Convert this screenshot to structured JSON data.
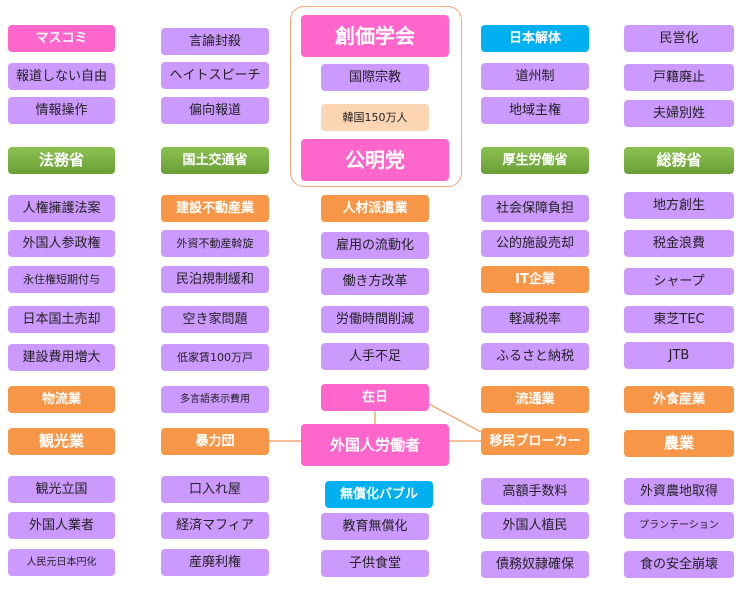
{
  "nodes": [
    {
      "id": "masukomi",
      "label": "マスコミ",
      "color": "pink"
    },
    {
      "id": "houdou-shinai-jiyuu",
      "label": "報道しない自由",
      "color": "purple"
    },
    {
      "id": "jouhou-sousa",
      "label": "情報操作",
      "color": "purple"
    },
    {
      "id": "houmushou",
      "label": "法務省",
      "color": "green"
    },
    {
      "id": "jinken-yougo-houan",
      "label": "人権擁護法案",
      "color": "purple"
    },
    {
      "id": "gaikokujin-sanseiken",
      "label": "外国人参政権",
      "color": "purple"
    },
    {
      "id": "eijuuken-tanshuku-fuyo",
      "label": "永住権短期付与",
      "color": "purple"
    },
    {
      "id": "nihon-kokudo-baikyaku",
      "label": "日本国土売却",
      "color": "purple"
    },
    {
      "id": "kensetsu-hiyou-zoudai",
      "label": "建設費用増大",
      "color": "purple"
    },
    {
      "id": "butsuryuugyou",
      "label": "物流業",
      "color": "orange"
    },
    {
      "id": "kankougyou",
      "label": "観光業",
      "color": "orange"
    },
    {
      "id": "kankou-rikkoku",
      "label": "観光立国",
      "color": "purple"
    },
    {
      "id": "gaikokujin-gyousha",
      "label": "外国人業者",
      "color": "purple"
    },
    {
      "id": "jinminngen-nihonenka",
      "label": "人民元日本円化",
      "color": "purple"
    },
    {
      "id": "genron-fuusatsu",
      "label": "言論封殺",
      "color": "purple"
    },
    {
      "id": "hate-speech",
      "label": "ヘイトスピーチ",
      "color": "purple"
    },
    {
      "id": "henkou-houdou",
      "label": "偏向報道",
      "color": "purple"
    },
    {
      "id": "kokudo-koutsuushou",
      "label": "国土交通省",
      "color": "green"
    },
    {
      "id": "kensetsu-fudousangyou",
      "label": "建設不動産業",
      "color": "orange"
    },
    {
      "id": "gaishi-fudousan-assen",
      "label": "外資不動産斡旋",
      "color": "purple"
    },
    {
      "id": "minpaku-kisei-kanwa",
      "label": "民泊規制緩和",
      "color": "purple"
    },
    {
      "id": "akiya-mondai",
      "label": "空き家問題",
      "color": "purple"
    },
    {
      "id": "teiyachin-100man",
      "label": "低家賃100万戸",
      "color": "purple"
    },
    {
      "id": "tagengo-hyouji-hiyou",
      "label": "多言語表示費用",
      "color": "purple"
    },
    {
      "id": "bouryokudan",
      "label": "暴力団",
      "color": "orange"
    },
    {
      "id": "kuchiireya",
      "label": "口入れ屋",
      "color": "purple"
    },
    {
      "id": "keizai-mafia",
      "label": "経済マフィア",
      "color": "purple"
    },
    {
      "id": "sanpai-riken",
      "label": "産廃利権",
      "color": "purple"
    },
    {
      "id": "soka-gakkai",
      "label": "創価学会",
      "color": "pink"
    },
    {
      "id": "kokusai-shuukyou",
      "label": "国際宗教",
      "color": "purple"
    },
    {
      "id": "kankoku-150man",
      "label": "韓国150万人",
      "color": "beige"
    },
    {
      "id": "koumeitou",
      "label": "公明党",
      "color": "pink"
    },
    {
      "id": "jinzai-hakengyou",
      "label": "人材派遣業",
      "color": "orange"
    },
    {
      "id": "koyou-no-ryuudouka",
      "label": "雇用の流動化",
      "color": "purple"
    },
    {
      "id": "hatarakikata-kaikaku",
      "label": "働き方改革",
      "color": "purple"
    },
    {
      "id": "roudou-jikan-sakugen",
      "label": "労働時間削減",
      "color": "purple"
    },
    {
      "id": "hitode-busoku",
      "label": "人手不足",
      "color": "purple"
    },
    {
      "id": "zainichi",
      "label": "在日",
      "color": "pink"
    },
    {
      "id": "gaikokujin-roudousha",
      "label": "外国人労働者",
      "color": "pink"
    },
    {
      "id": "mushouka-bubble",
      "label": "無償化バブル",
      "color": "cyan"
    },
    {
      "id": "kyouiku-mushouka",
      "label": "教育無償化",
      "color": "purple"
    },
    {
      "id": "kodomo-shokudou",
      "label": "子供食堂",
      "color": "purple"
    },
    {
      "id": "nihon-kaitai",
      "label": "日本解体",
      "color": "cyan"
    },
    {
      "id": "doushuusei",
      "label": "道州制",
      "color": "purple"
    },
    {
      "id": "chiiki-shuken",
      "label": "地域主権",
      "color": "purple"
    },
    {
      "id": "kousei-roudoushou",
      "label": "厚生労働省",
      "color": "green"
    },
    {
      "id": "shakai-hoshou-futan",
      "label": "社会保障負担",
      "color": "purple"
    },
    {
      "id": "kouteki-shisetsu-baikyaku",
      "label": "公的施設売却",
      "color": "purple"
    },
    {
      "id": "it-kigyou",
      "label": "IT企業",
      "color": "orange"
    },
    {
      "id": "keigen-zeiritsu",
      "label": "軽減税率",
      "color": "purple"
    },
    {
      "id": "furusato-nouzei",
      "label": "ふるさと納税",
      "color": "purple"
    },
    {
      "id": "ryuutsuugyou",
      "label": "流通業",
      "color": "orange"
    },
    {
      "id": "imin-broker",
      "label": "移民ブローカー",
      "color": "orange"
    },
    {
      "id": "kougaku-tesuuryou",
      "label": "高額手数料",
      "color": "purple"
    },
    {
      "id": "gaikokujin-shokumin",
      "label": "外国人植民",
      "color": "purple"
    },
    {
      "id": "saimu-dorei-kakuho",
      "label": "債務奴隷確保",
      "color": "purple"
    },
    {
      "id": "mineika",
      "label": "民営化",
      "color": "purple"
    },
    {
      "id": "koseki-haishi",
      "label": "戸籍廃止",
      "color": "purple"
    },
    {
      "id": "fuufu-bessei",
      "label": "夫婦別姓",
      "color": "purple"
    },
    {
      "id": "soumushou",
      "label": "総務省",
      "color": "green"
    },
    {
      "id": "chihou-sousei",
      "label": "地方創生",
      "color": "purple"
    },
    {
      "id": "zeikin-rouhi",
      "label": "税金浪費",
      "color": "purple"
    },
    {
      "id": "sharp",
      "label": "シャープ",
      "color": "purple"
    },
    {
      "id": "toshiba-tec",
      "label": "東芝TEC",
      "color": "purple"
    },
    {
      "id": "jtb",
      "label": "JTB",
      "color": "purple"
    },
    {
      "id": "gaishoku-sangyou",
      "label": "外食産業",
      "color": "orange"
    },
    {
      "id": "nougyou",
      "label": "農業",
      "color": "orange"
    },
    {
      "id": "gaishi-nouchi-shutoku",
      "label": "外資農地取得",
      "color": "purple"
    },
    {
      "id": "plantation",
      "label": "プランテーション",
      "color": "purple"
    },
    {
      "id": "shoku-no-anzen-houkai",
      "label": "食の安全崩壊",
      "color": "purple"
    }
  ],
  "edges": [
    {
      "from": "zainichi",
      "to": "gaikokujin-roudousha"
    },
    {
      "from": "bouryokudan",
      "to": "gaikokujin-roudousha"
    },
    {
      "from": "gaikokujin-roudousha",
      "to": "imin-broker"
    },
    {
      "from": "zainichi",
      "to": "imin-broker"
    }
  ]
}
